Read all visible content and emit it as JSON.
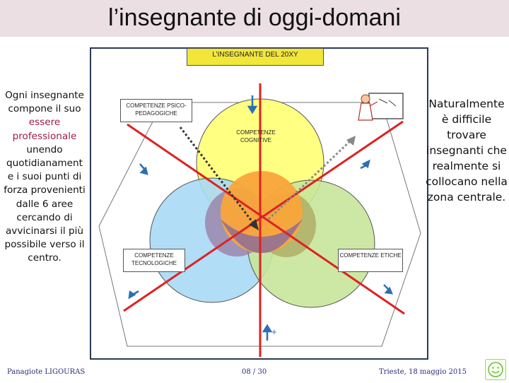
{
  "title": "l’insegnante di oggi-domani",
  "header_box": "L’INSEGNANTE DEL 20XY",
  "left_text": {
    "part1": "Ogni insegnante compone il suo",
    "highlight": "essere professionale",
    "part2": "unendo quotidianament e i suoi punti di forza provenienti dalle 6 aree cercando di avvicinarsi il più possibile verso il centro."
  },
  "right_text": "Naturalmente è difficile trovare insegnanti che realmente si collocano nella zona centrale.",
  "areas": {
    "psico_pedagogiche": "COMPETENZE PSICO-PEDAGOGICHE",
    "cognitive": "COMPETENZE COGNITIVE",
    "tecnologiche": "COMPETENZE TECNOLOGICHE",
    "etiche": "COMPETENZE ETICHE"
  },
  "plus_sign": "+",
  "footer": {
    "author": "Panagiote LIGOURAS",
    "page": "08 / 30",
    "date": "Trieste, 18 maggio 2015"
  },
  "colors": {
    "title_bar": "#ecdfe3",
    "header_box": "#f2e63a",
    "circle_yellow": "#ffff7a",
    "circle_blue": "#a9d9f5",
    "circle_green": "#c8e69a",
    "center_orange": "#f9a53a",
    "lines_red": "#dd2222",
    "arrows_blue": "#2d6fb3",
    "frame": "#2b3a55"
  }
}
